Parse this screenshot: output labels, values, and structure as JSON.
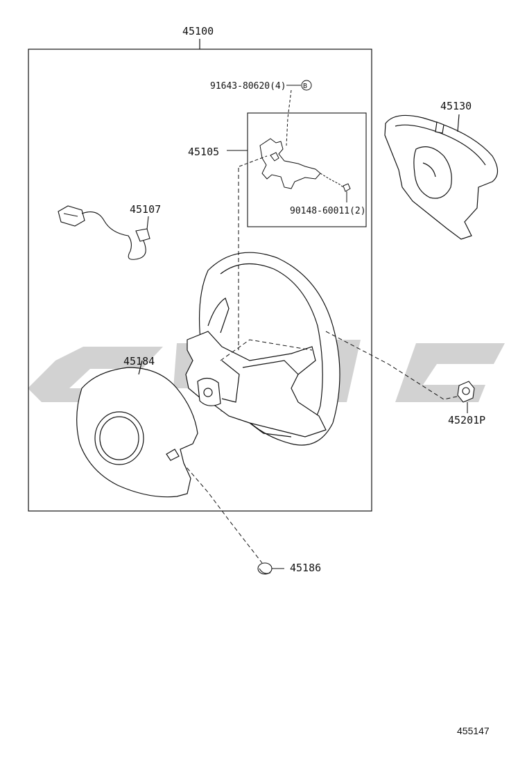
{
  "diagram": {
    "parts": {
      "assembly": "45100",
      "bolt": "91643-80620(4)",
      "bolt_marker": "B",
      "bracket": "45105",
      "screw": "90148-60011(2)",
      "pad": "45130",
      "wire": "45107",
      "cover": "45184",
      "clip": "45186",
      "nut": "45201P"
    },
    "figure_number": "455147",
    "colors": {
      "line": "#111111",
      "watermark": "#d2d2d2",
      "fill": "#ffffff"
    }
  }
}
